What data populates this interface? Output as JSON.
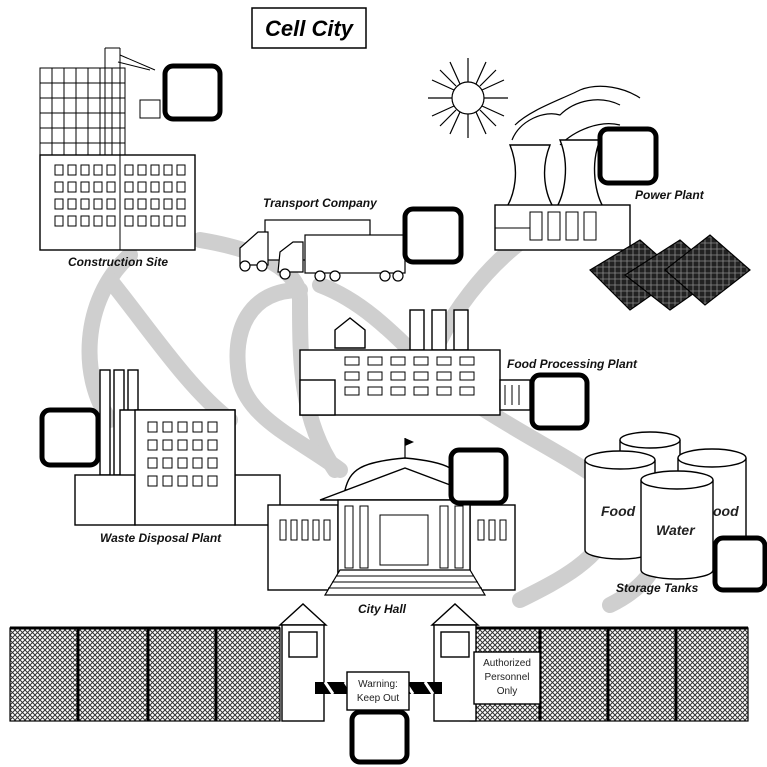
{
  "title": "Cell City",
  "labels": {
    "construction_site": "Construction Site",
    "transport_company": "Transport Company",
    "power_plant": "Power Plant",
    "food_processing_plant": "Food Processing Plant",
    "waste_disposal_plant": "Waste Disposal Plant",
    "city_hall": "City Hall",
    "storage_tanks": "Storage Tanks"
  },
  "tanks": {
    "food_left": "Food",
    "water": "Water",
    "food_right": "ood"
  },
  "signs": {
    "warning_line1": "Warning:",
    "warning_line2": "Keep Out",
    "authorized_line1": "Authorized",
    "authorized_line2": "Personnel",
    "authorized_line3": "Only"
  },
  "colors": {
    "road": "#cfcfcf",
    "ink": "#000000",
    "fence_mesh": "#555555"
  }
}
